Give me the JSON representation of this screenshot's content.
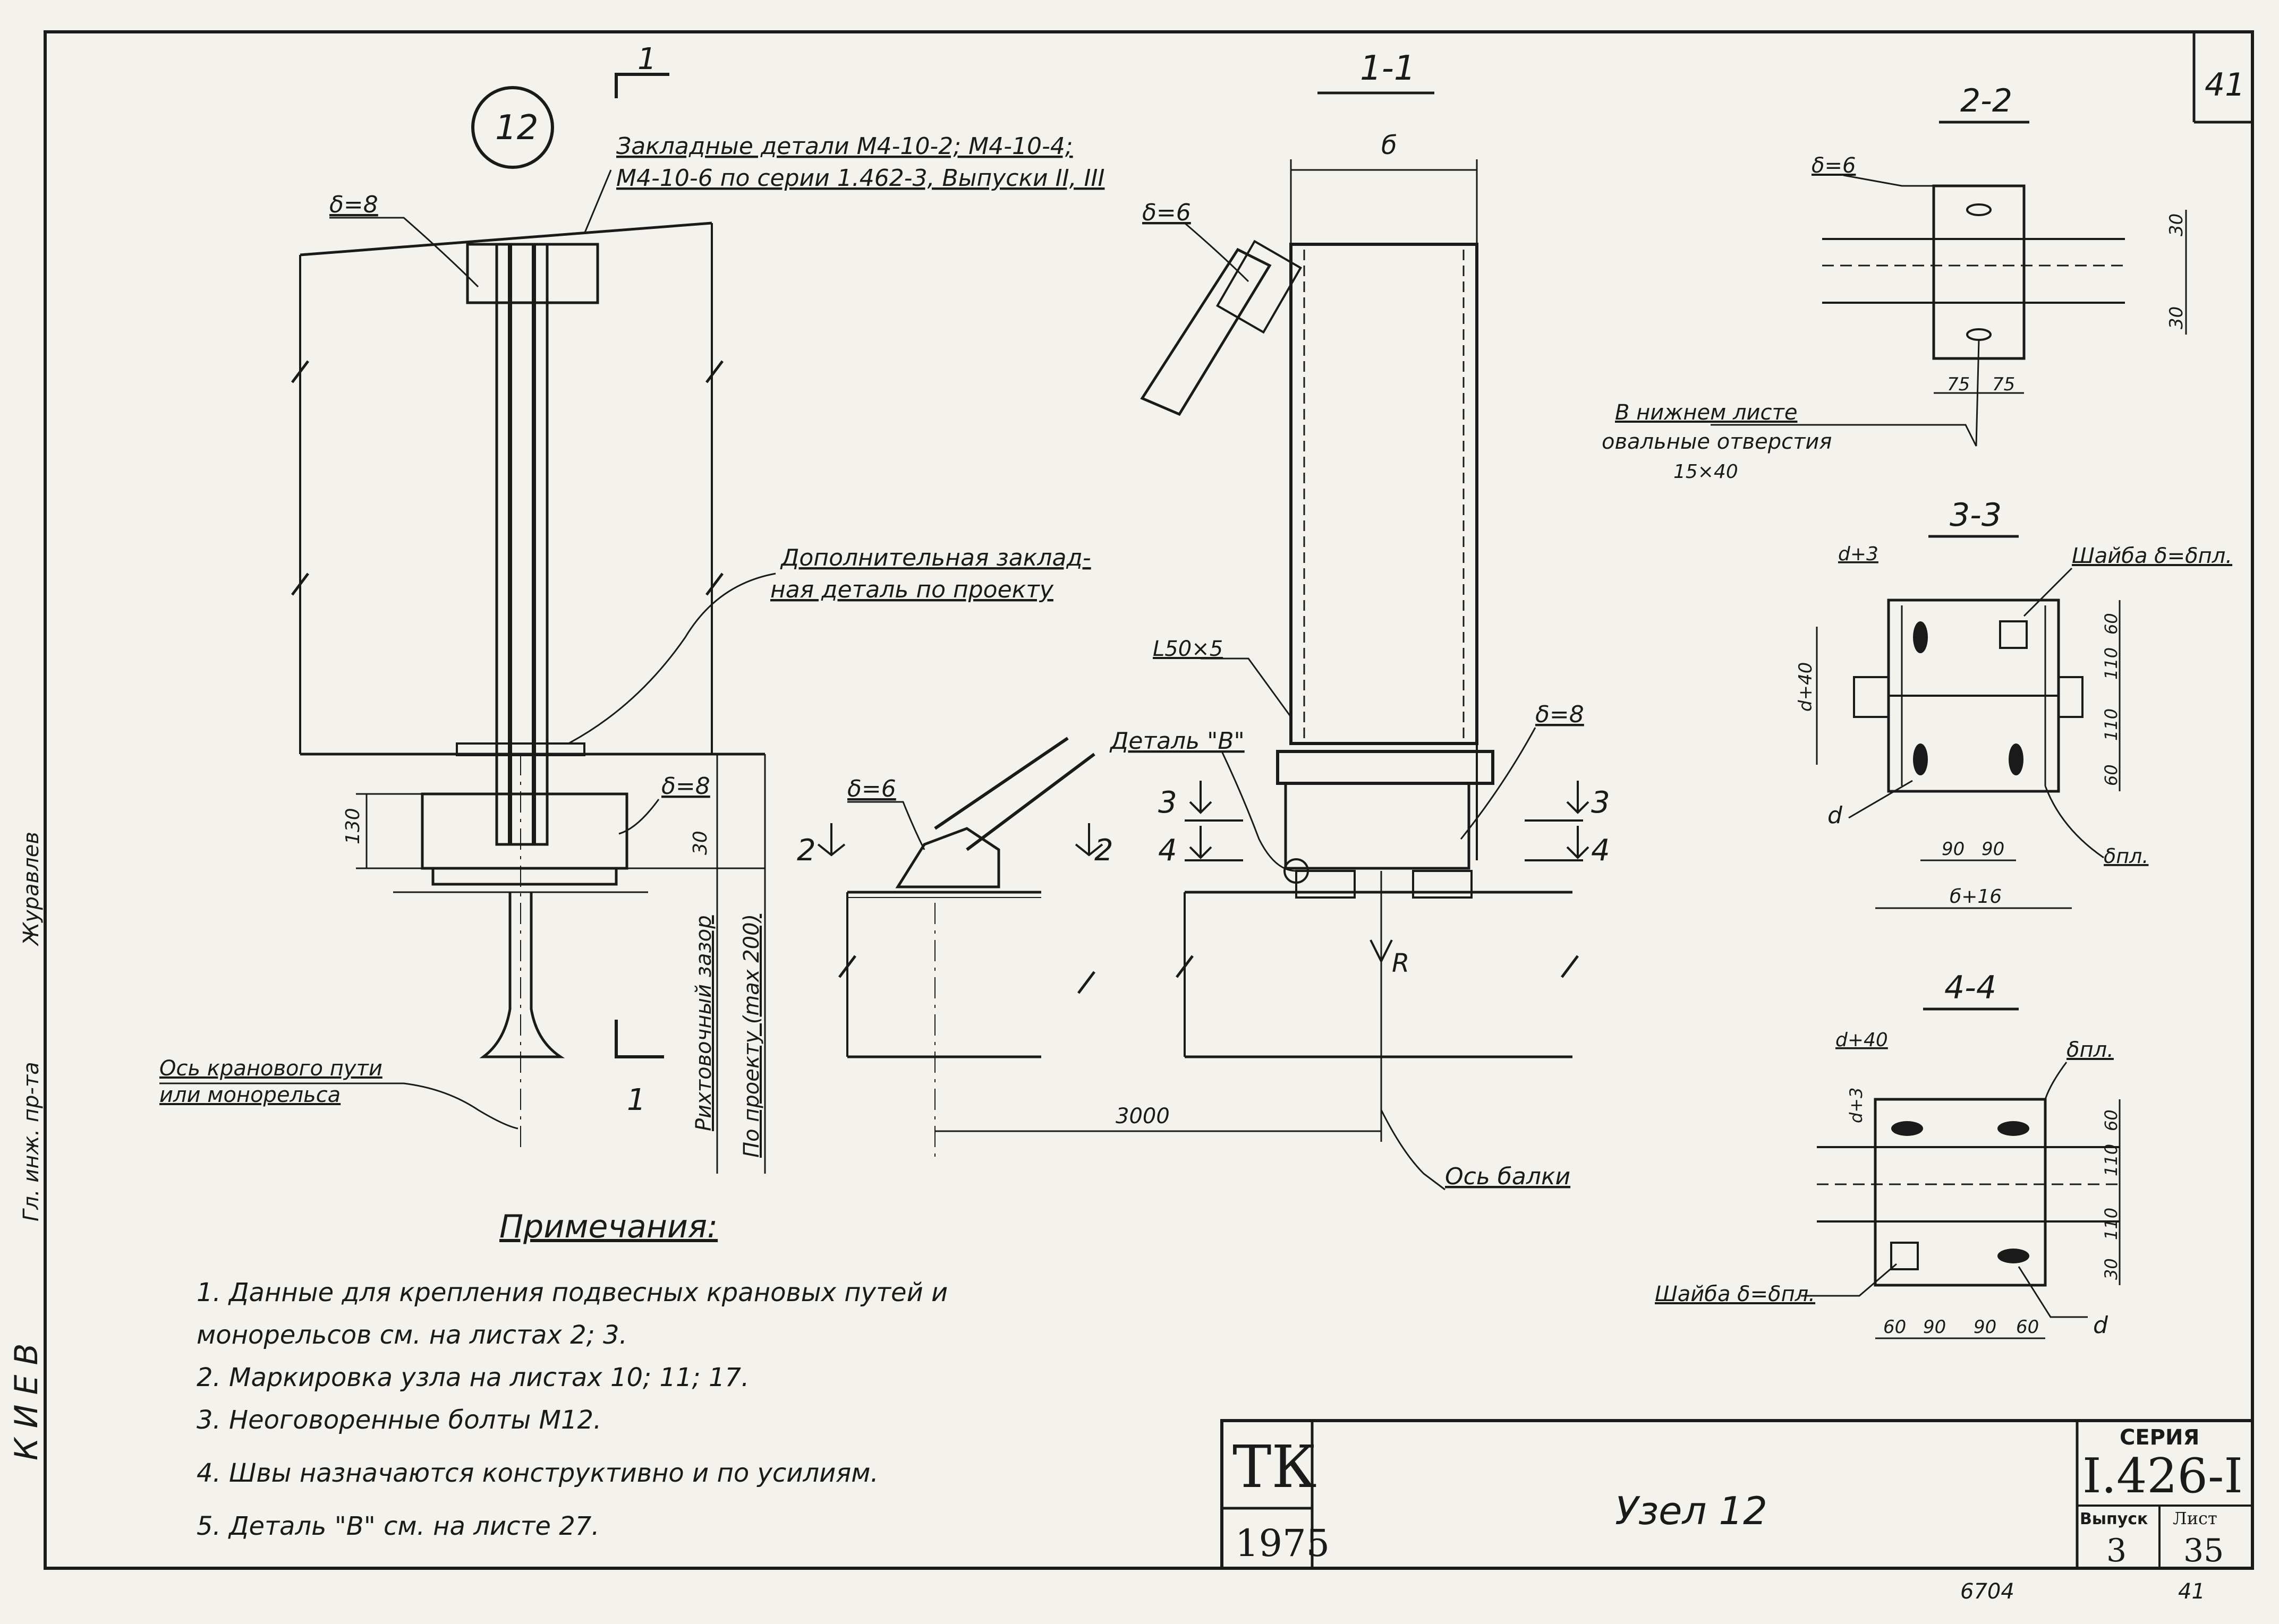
{
  "sheet": {
    "corner_number": "41",
    "node_mark": "12",
    "footer_left": "6704",
    "footer_right": "41"
  },
  "left_margin": {
    "city": "КИЕВ",
    "stamp": "Гл. инж. пр-та",
    "signature_text": "Журавлев"
  },
  "main_view": {
    "section_mark_top": "1",
    "section_mark_bottom": "1",
    "embedded_parts_line1": "Закладные детали М4-10-2; М4-10-4;",
    "embedded_parts_line2": "М4-10-6 по серии 1.462-3, Выпуски II, III",
    "plate_8_top": "δ=8",
    "additional_embedded_line1": "Дополнительная заклад-",
    "additional_embedded_line2": "ная деталь по проекту",
    "plate_8_bottom": "δ=8",
    "dim_130": "130",
    "dim_30": "30",
    "vert_label_1": "Рихтовочный зазор",
    "vert_label_2": "По проекту (max 200)",
    "rail_axis_line1": "Ось кранового пути",
    "rail_axis_line2": "или монорельса"
  },
  "side_view": {
    "plate_6": "δ=6",
    "mark_2_left": "2",
    "mark_2_right": "2"
  },
  "section_1_1": {
    "title": "1-1",
    "dim_b": "б",
    "plate_6": "δ=6",
    "angle_label": "L50×5",
    "detail_label": "Деталь \"В\"",
    "plate_8": "δ=8",
    "mark_3_left": "3",
    "mark_3_right": "3",
    "mark_4_left": "4",
    "mark_4_right": "4",
    "reaction": "R",
    "dim_3000": "3000",
    "beam_axis": "Ось балки"
  },
  "section_2_2": {
    "title": "2-2",
    "plate_6": "δ=6",
    "dim_30_top": "30",
    "dim_30_bottom": "30",
    "dim_75_left": "75",
    "dim_75_right": "75",
    "note_line1": "В нижнем листе",
    "note_line2": "овальные отверстия",
    "note_line3": "15×40"
  },
  "section_3_3": {
    "title": "3-3",
    "dim_d3": "d+3",
    "washer_note": "Шайба δ=δпл.",
    "dim_d40": "d+40",
    "dims_right": [
      "60",
      "110",
      "110",
      "60"
    ],
    "dim_90_left": "90",
    "dim_90_right": "90",
    "dim_b16": "б+16",
    "label_d": "d",
    "label_delta_pl": "δпл."
  },
  "section_4_4": {
    "title": "4-4",
    "dim_d40": "d+40",
    "dim_d3": "d+3",
    "label_delta_pl": "δпл.",
    "dims_right": [
      "60",
      "110",
      "110",
      "30"
    ],
    "dims_bottom": [
      "60",
      "90",
      "90",
      "60"
    ],
    "washer_note": "Шайба δ=δпл.",
    "label_d": "d"
  },
  "notes": {
    "heading": "Примечания:",
    "items": [
      "1. Данные для крепления подвесных крановых путей и",
      "    монорельсов см. на листах 2; 3.",
      "2. Маркировка узла на листах 10; 11; 17.",
      "3. Неоговоренные болты М12.",
      "4. Швы назначаются конструктивно и по усилиям.",
      "5. Деталь \"В\" см. на листе 27."
    ]
  },
  "title_block": {
    "org": "ТК",
    "year": "1975",
    "title": "Узел 12",
    "series_label": "СЕРИЯ",
    "series": "I.426-I",
    "issue_label": "Выпуск",
    "issue": "3",
    "sheet_label": "Лист",
    "sheet": "35"
  },
  "colors": {
    "ink": "#1a1a1a",
    "paper": "#f4f2ec"
  }
}
